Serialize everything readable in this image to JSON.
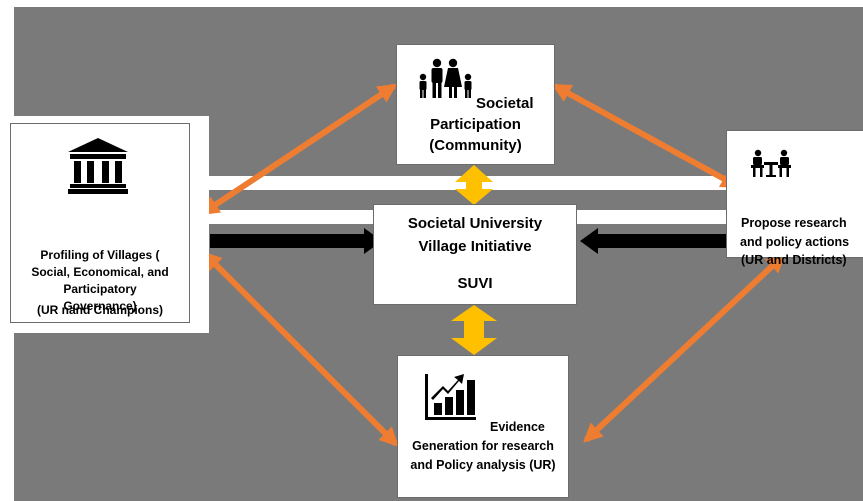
{
  "diagram": {
    "colors": {
      "background": "#7a7a7a",
      "orange_arrows": "#ee7d31",
      "gold_arrows": "#ffc000",
      "black_arrows": "#000000"
    },
    "center": {
      "line1": "Societal University",
      "line2": "Village Initiative",
      "acronym": "SUVI"
    },
    "top": {
      "icon": "family-icon",
      "line1": "Societal",
      "line2": "Participation",
      "line3": "(Community)"
    },
    "left": {
      "icon": "government-building-icon",
      "line1": "Profiling of Villages (",
      "line2": "Social, Economical, and",
      "line3": "Participatory",
      "line4": "Governance)",
      "line5": "(UR nand Champions)"
    },
    "right": {
      "icon": "meeting-table-icon",
      "line1": "Propose research",
      "line2": "and policy actions",
      "line3": "(UR and Districts)"
    },
    "bottom": {
      "icon": "bar-chart-growth-icon",
      "line1": "Evidence",
      "line2": "Generation for research",
      "line3": "and Policy analysis (UR)"
    }
  }
}
